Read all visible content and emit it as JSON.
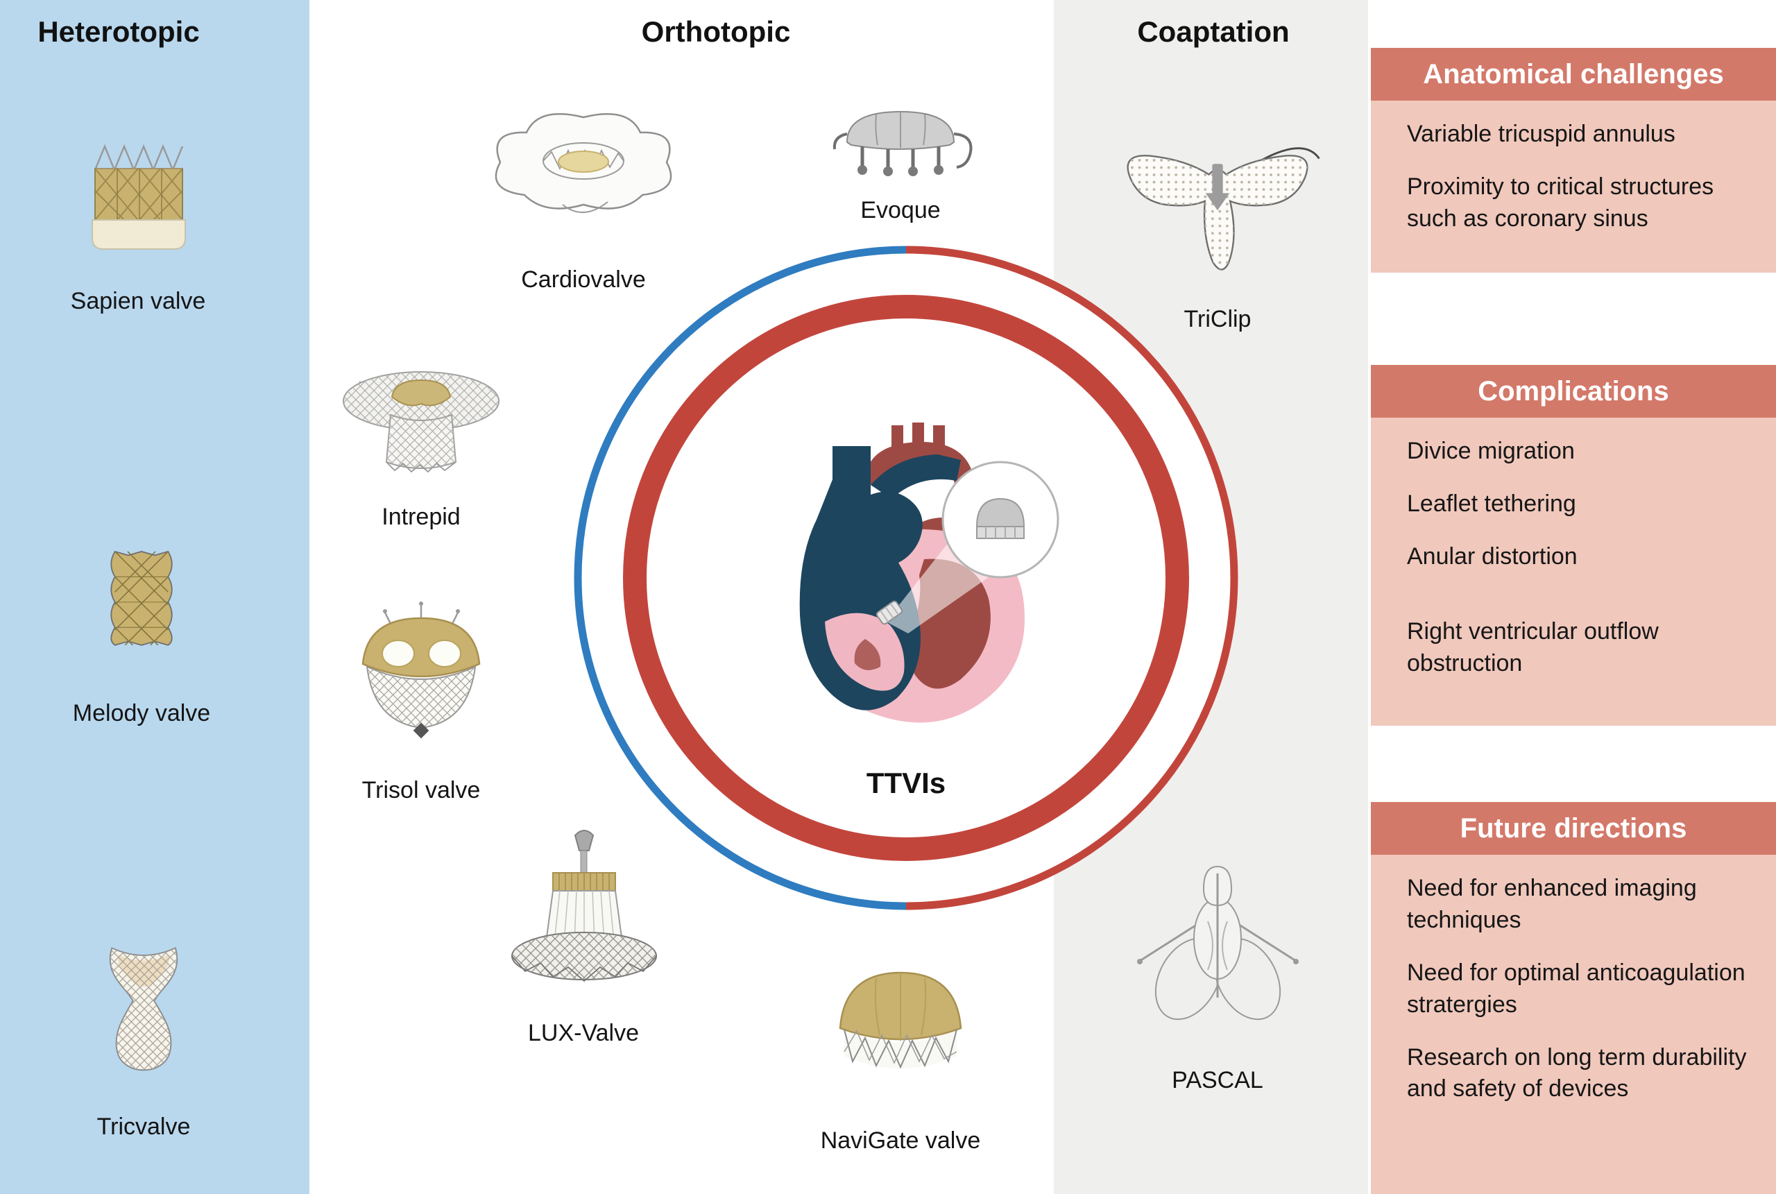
{
  "sections": {
    "heterotopic": {
      "title": "Heterotopic"
    },
    "orthotopic": {
      "title": "Orthotopic"
    },
    "coaptation": {
      "title": "Coaptation"
    }
  },
  "devices": {
    "sapien": {
      "label": "Sapien valve"
    },
    "melody": {
      "label": "Melody valve"
    },
    "tricvalve": {
      "label": "Tricvalve"
    },
    "cardiovalve": {
      "label": "Cardiovalve"
    },
    "evoque": {
      "label": "Evoque"
    },
    "intrepid": {
      "label": "Intrepid"
    },
    "trisol": {
      "label": "Trisol valve"
    },
    "lux": {
      "label": "LUX-Valve"
    },
    "navigate": {
      "label": "NaviGate valve"
    },
    "triclip": {
      "label": "TriClip"
    },
    "pascal": {
      "label": "PASCAL"
    }
  },
  "center": {
    "label": "TTVIs"
  },
  "panels": [
    {
      "title": "Anatomical challenges",
      "items": [
        "Variable tricuspid annulus",
        "Proximity to critical structures such as coronary sinus"
      ]
    },
    {
      "title": "Complications",
      "items": [
        "Divice migration",
        "Leaflet tethering",
        "Anular distortion",
        "Right ventricular outflow obstruction"
      ]
    },
    {
      "title": "Future directions",
      "items": [
        "Need for enhanced imaging techniques",
        "Need for optimal anticoagulation stratergies",
        "Research on long term durability and safety of devices"
      ]
    }
  ],
  "colors": {
    "heterotopic_bg": "#b9d8ee",
    "coaptation_bg": "#efefee",
    "panel_header_bg": "#d3796a",
    "panel_body_bg": "#f0c8bc",
    "ring_red": "#c2453c",
    "ring_blue": "#2f7cc0",
    "valve_gold": "#c9b26f",
    "heart_navy": "#1d455e",
    "heart_pink": "#f3bbc6",
    "heart_maroon": "#9e4a44"
  }
}
